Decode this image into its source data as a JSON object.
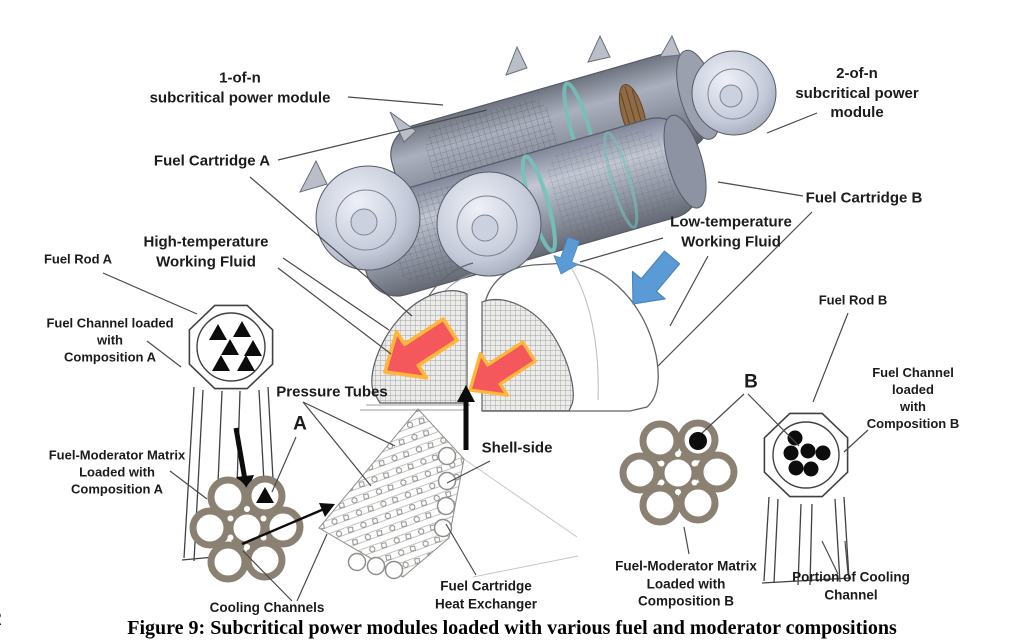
{
  "figure": {
    "caption": "Figure 9: Subcritical power modules loaded with various fuel and moderator compositions",
    "page_number": "2"
  },
  "labels": {
    "module_1": "1-of-n\nsubcritical power module",
    "module_2": "2-of-n\nsubcritical power module",
    "fuel_cartridge_a": "Fuel Cartridge A",
    "fuel_cartridge_b": "Fuel Cartridge B",
    "high_temp_fluid": "High-temperature\nWorking Fluid",
    "low_temp_fluid": "Low-temperature\nWorking Fluid",
    "fuel_rod_a": "Fuel Rod A",
    "fuel_rod_b": "Fuel Rod B",
    "fuel_channel_a": "Fuel Channel loaded\nwith\nComposition A",
    "fuel_channel_b": "Fuel Channel loaded\nwith\nComposition B",
    "matrix_a": "Fuel-Moderator Matrix\nLoaded with\nComposition A",
    "matrix_b": "Fuel-Moderator Matrix\nLoaded with\nComposition B",
    "pressure_tubes": "Pressure Tubes",
    "shell_side": "Shell-side",
    "cooling_channels": "Cooling Channels",
    "heat_exchanger": "Fuel Cartridge\nHeat Exchanger",
    "portion_cooling_channel": "Portion of Cooling Channel",
    "marker_a": "A",
    "marker_b": "B"
  },
  "icons": {
    "hot_flow_arrows": "red-flow-arrow",
    "cold_flow_arrows": "blue-flow-arrow",
    "shell_side_flow": "up-flow-arrow"
  },
  "colors": {
    "hot_arrow_fill": "#F4575C",
    "hot_arrow_outline": "#FFB63A",
    "cold_arrow_fill": "#5B9BD5",
    "matrix_wall": "#8A8173",
    "module_teal_accent": "#74C2BA",
    "module_copper": "#8F6A44",
    "label_text": "#1B1B1B"
  }
}
